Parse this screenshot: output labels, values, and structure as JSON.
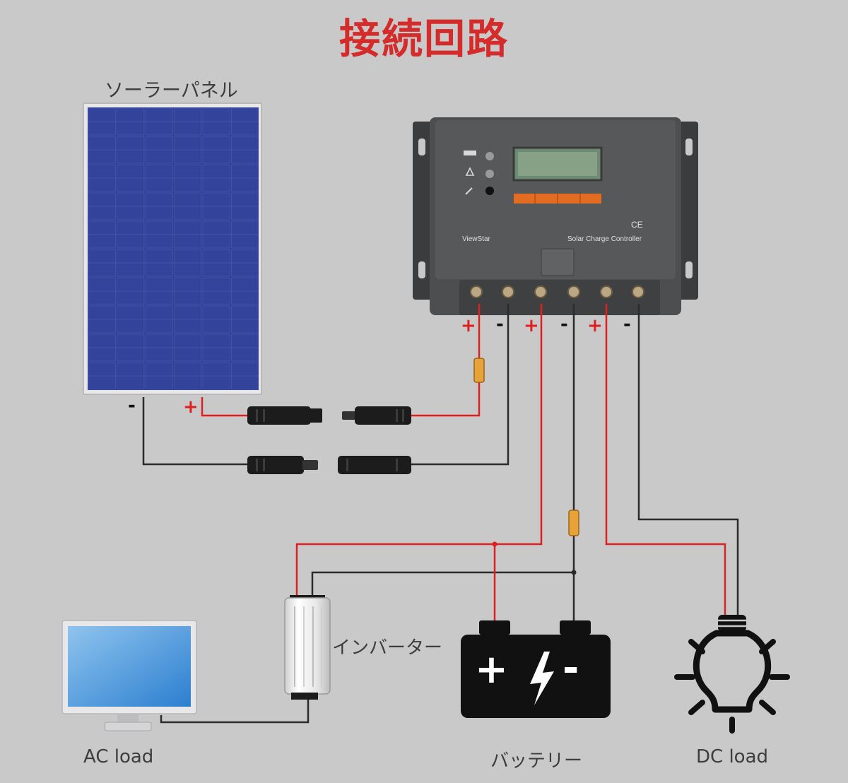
{
  "title": "接続回路",
  "labels": {
    "solar_panel": "ソーラーパネル",
    "inverter": "インバーター",
    "battery": "バッテリー",
    "ac_load": "AC load",
    "dc_load": "DC load"
  },
  "controller": {
    "brand": "ViewStar",
    "model": "Solar Charge Controller",
    "ce_mark": "CE",
    "terminal_signs": [
      "+",
      "-",
      "+",
      "-",
      "+",
      "-"
    ]
  },
  "panel_signs": {
    "negative": "-",
    "positive": "+"
  },
  "battery_signs": {
    "positive": "+",
    "negative": "-"
  },
  "colors": {
    "title": "#d42b2b",
    "positive_wire": "#e02020",
    "negative_wire": "#2b2b2b",
    "panel": "#2c3a8f",
    "controller": "#4a4b4d",
    "fuse": "#e7a23a"
  },
  "icons": [
    "solar-panel-icon",
    "charge-controller-icon",
    "mc4-connector-icon",
    "fuse-icon",
    "inverter-icon",
    "battery-icon",
    "light-bulb-icon",
    "monitor-icon"
  ]
}
